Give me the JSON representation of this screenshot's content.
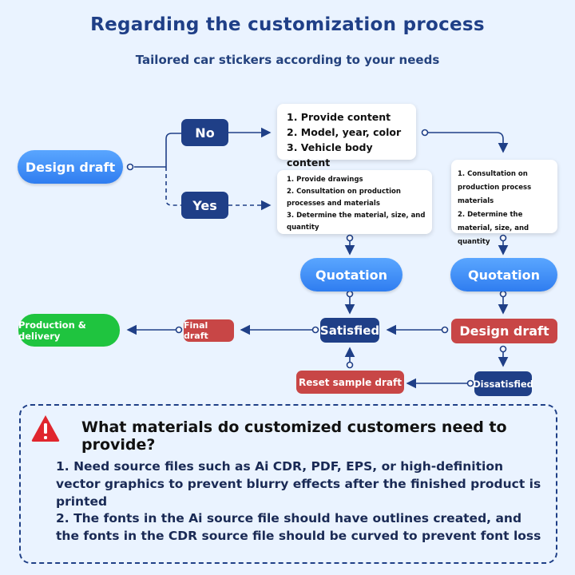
{
  "header": {
    "title": "Regarding the customization process",
    "subtitle": "Tailored car stickers according to your needs"
  },
  "flow": {
    "design_draft_left": "Design draft",
    "no": "No",
    "yes": "Yes",
    "no_card": [
      "1. Provide content",
      "2. Model, year, color",
      "3. Vehicle body content"
    ],
    "yes_card": [
      "1. Provide drawings",
      "2. Consultation on production processes and materials",
      "3. Determine the material, size, and quantity"
    ],
    "right_card": [
      "1. Consultation on production process materials",
      "2. Determine the material, size, and quantity"
    ],
    "quotation_left": "Quotation",
    "quotation_right": "Quotation",
    "satisfied": "Satisfied",
    "design_draft_right": "Design draft",
    "final_draft": "Final draft",
    "production": "Production & delivery",
    "reset": "Reset sample draft",
    "dissatisfied": "Dissatisfied"
  },
  "notice": {
    "title": "What materials do customized customers need to provide?",
    "items": [
      "1. Need source files such as Ai CDR, PDF, EPS, or high-definition vector graphics to prevent blurry effects after the finished product is printed",
      "2. The fonts in the Ai source file should have outlines created, and the fonts in the CDR source file should be curved to prevent font loss"
    ],
    "icon": "warning-icon",
    "icon_color": "#e0262e"
  },
  "colors": {
    "navy": "#1f3f87",
    "blue": "#2f7df0",
    "red": "#c84646",
    "green": "#1fc43f",
    "background": "#eaf3ff"
  }
}
